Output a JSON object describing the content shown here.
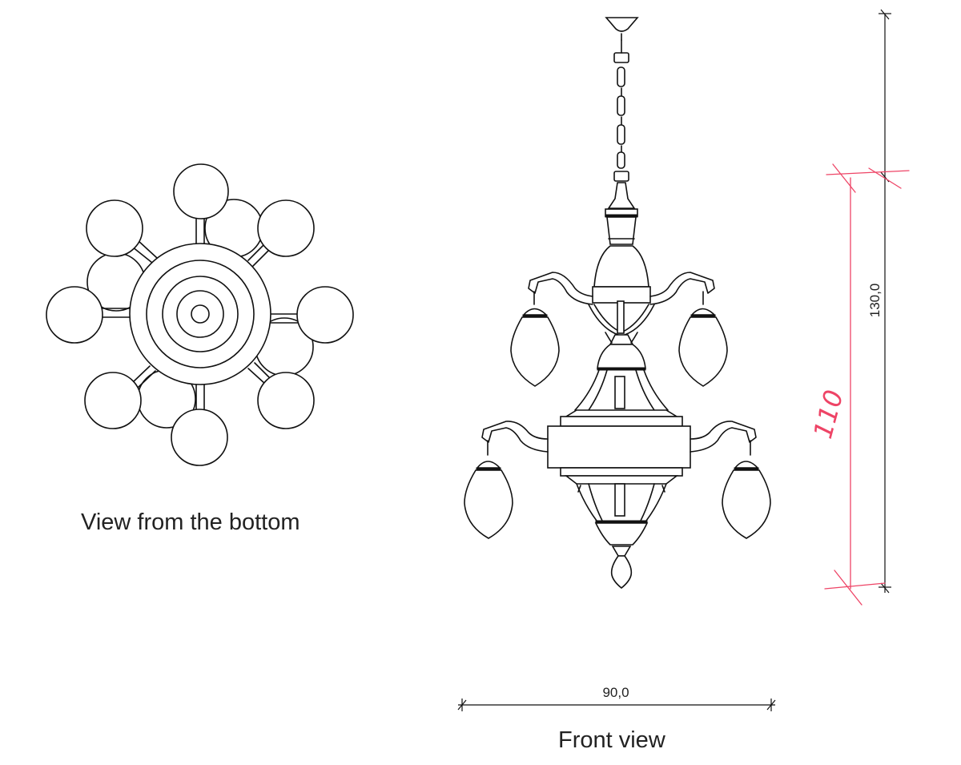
{
  "captions": {
    "bottom_view": "View from the bottom",
    "front_view": "Front view"
  },
  "dimensions": {
    "width": "90,0",
    "height": "130,0",
    "handwritten_height": "110"
  },
  "colors": {
    "ink": "#111111",
    "correction_red": "#ee4466"
  }
}
